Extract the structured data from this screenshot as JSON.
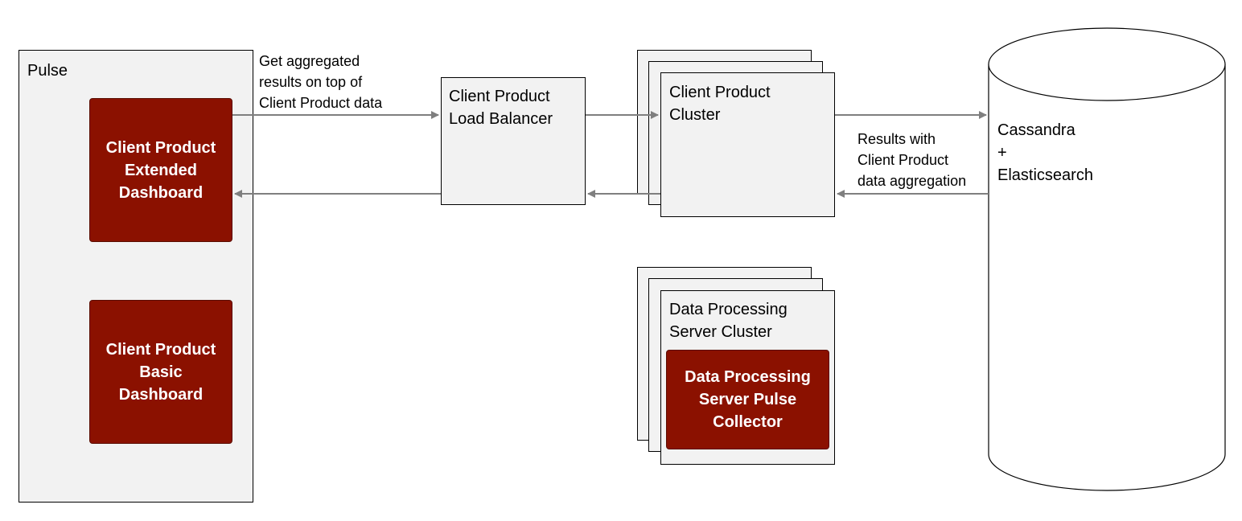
{
  "pulse": {
    "title": "Pulse",
    "extended_dashboard": "Client Product\nExtended\nDashboard",
    "basic_dashboard": "Client Product\nBasic\nDashboard"
  },
  "load_balancer": {
    "label": "Client Product\nLoad Balancer"
  },
  "cluster": {
    "label": "Client Product\nCluster"
  },
  "data_processing": {
    "cluster_label": "Data Processing\nServer Cluster",
    "collector_label": "Data Processing\nServer Pulse\nCollector"
  },
  "database": {
    "label": "Cassandra\n+\nElasticsearch"
  },
  "annotations": {
    "request": "Get aggregated\nresults on top of\nClient Product data",
    "response": "Results with\nClient Product\ndata aggregation"
  },
  "colors": {
    "dashboard_fill": "#8b1100",
    "container_fill": "#f2f2f2",
    "arrow": "#7f7f7f"
  }
}
